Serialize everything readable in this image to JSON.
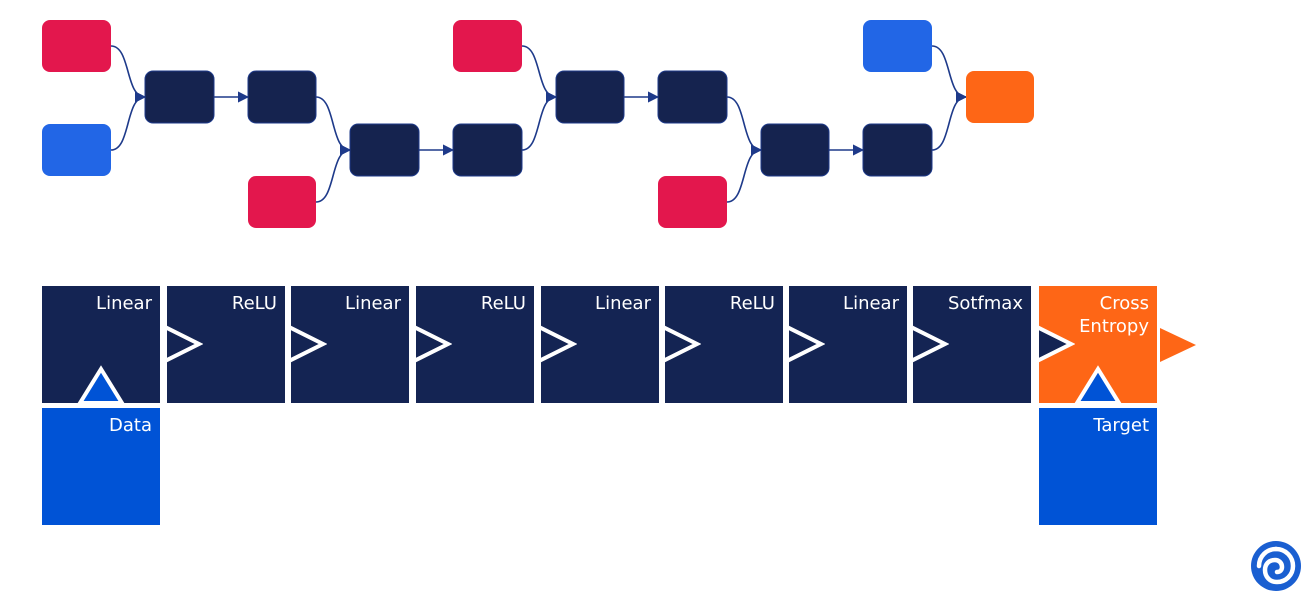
{
  "colors": {
    "node_red": "#e3174d",
    "node_blue": "#2266e6",
    "node_dark": "#15234f",
    "node_orange": "#fe6616",
    "block_dark": "#142453",
    "block_orange": "#fe6616",
    "block_blue": "#0053d6"
  },
  "graph": {
    "node_types": [
      "parameter",
      "input",
      "operation",
      "loss"
    ]
  },
  "pipeline": {
    "layers": [
      {
        "label": "Linear"
      },
      {
        "label": "ReLU"
      },
      {
        "label": "Linear"
      },
      {
        "label": "ReLU"
      },
      {
        "label": "Linear"
      },
      {
        "label": "ReLU"
      },
      {
        "label": "Linear"
      },
      {
        "label": "Sotfmax"
      },
      {
        "label": "Cross\nEntropy"
      }
    ],
    "inputs": [
      {
        "label": "Data"
      },
      {
        "label": "Target"
      }
    ]
  },
  "icons": [
    "triangle-arrow-right-icon",
    "triangle-arrow-up-icon",
    "logo-icon"
  ]
}
